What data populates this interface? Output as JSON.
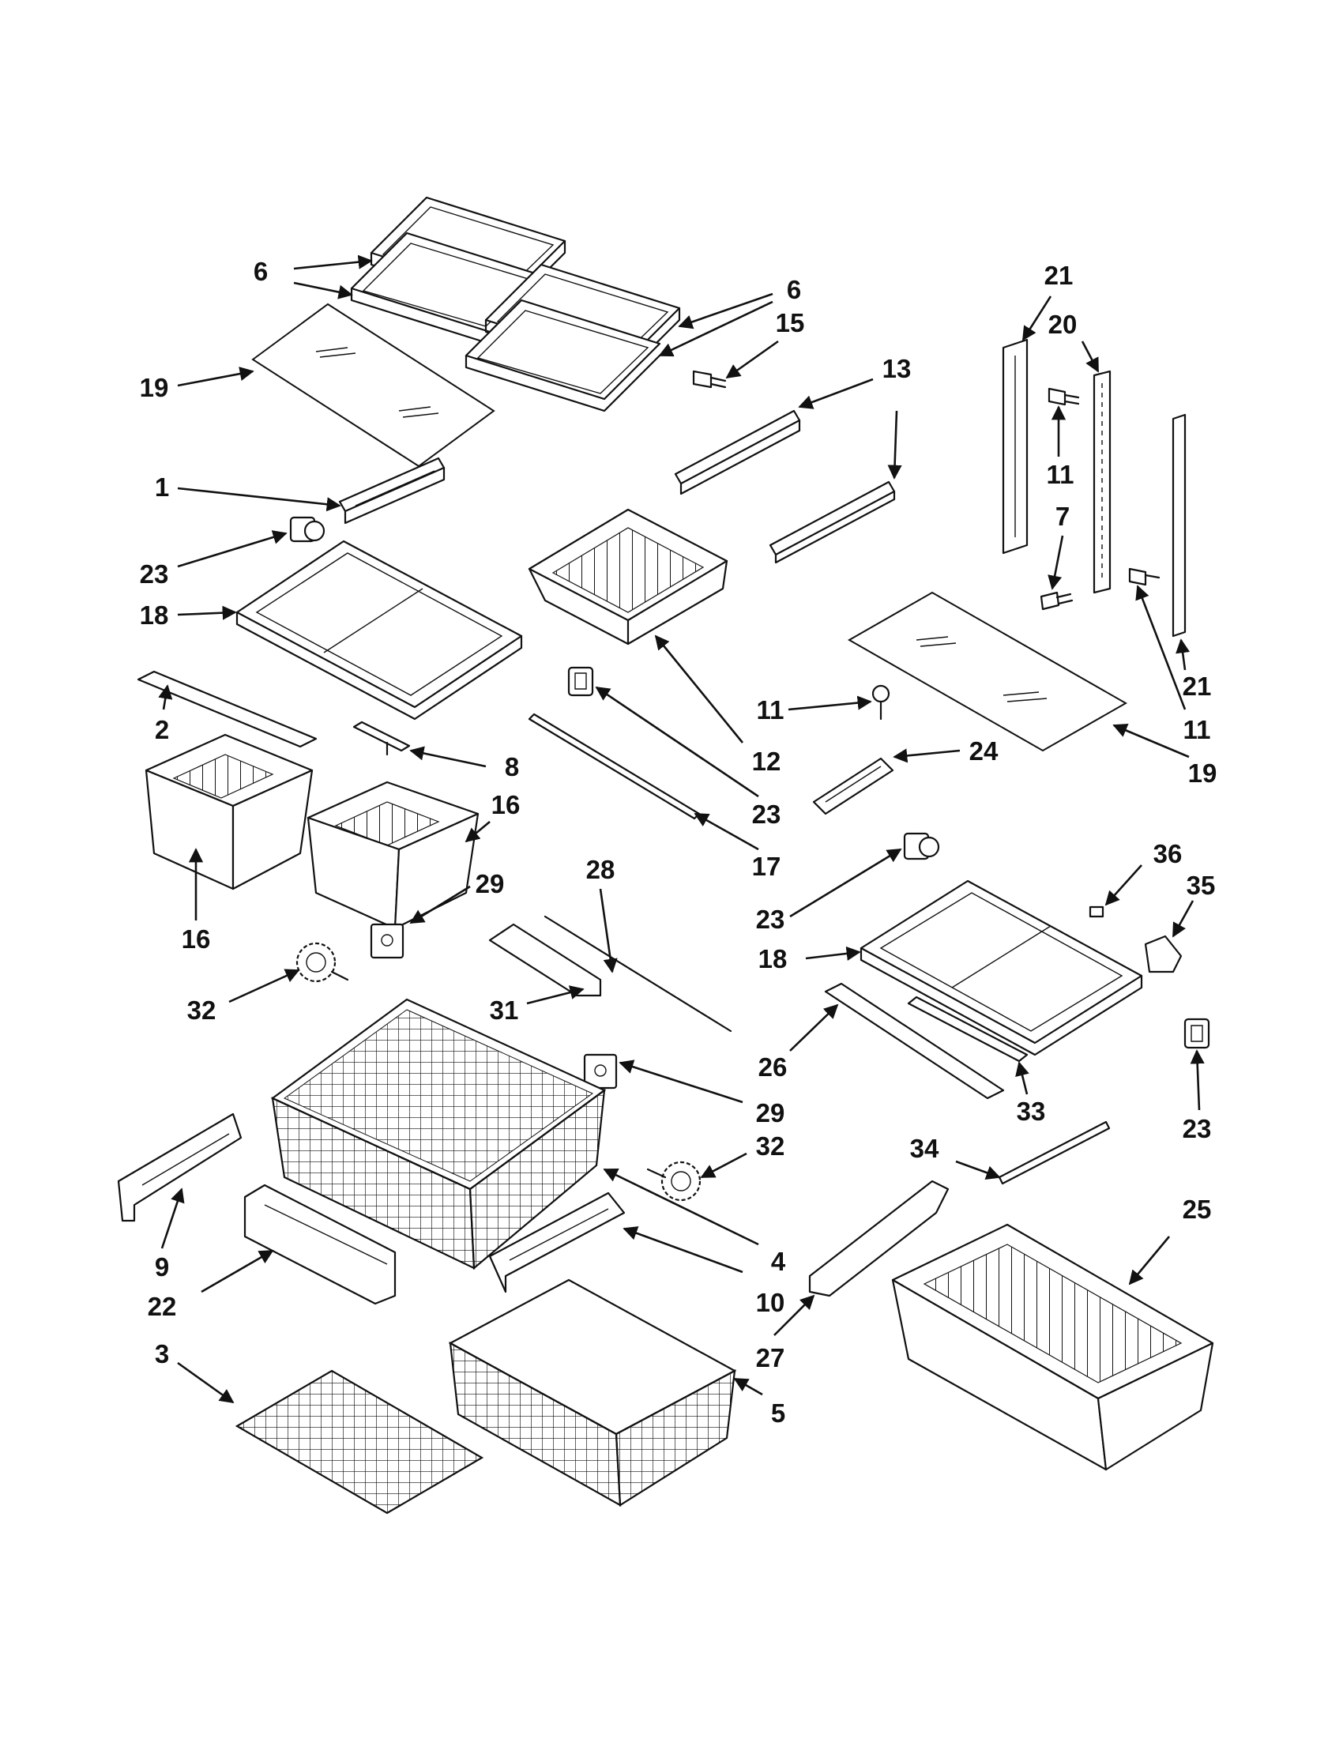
{
  "callouts": [
    {
      "id": "c-6a",
      "label": "6"
    },
    {
      "id": "c-6b",
      "label": "6"
    },
    {
      "id": "c-15",
      "label": "15"
    },
    {
      "id": "c-19a",
      "label": "19"
    },
    {
      "id": "c-13",
      "label": "13"
    },
    {
      "id": "c-1",
      "label": "1"
    },
    {
      "id": "c-23a",
      "label": "23"
    },
    {
      "id": "c-18a",
      "label": "18"
    },
    {
      "id": "c-2",
      "label": "2"
    },
    {
      "id": "c-8",
      "label": "8"
    },
    {
      "id": "c-16a",
      "label": "16"
    },
    {
      "id": "c-16b",
      "label": "16"
    },
    {
      "id": "c-12",
      "label": "12"
    },
    {
      "id": "c-23b",
      "label": "23"
    },
    {
      "id": "c-17",
      "label": "17"
    },
    {
      "id": "c-21a",
      "label": "21"
    },
    {
      "id": "c-20",
      "label": "20"
    },
    {
      "id": "c-11a",
      "label": "11"
    },
    {
      "id": "c-7",
      "label": "7"
    },
    {
      "id": "c-21b",
      "label": "21"
    },
    {
      "id": "c-11b",
      "label": "11"
    },
    {
      "id": "c-11c",
      "label": "11"
    },
    {
      "id": "c-24",
      "label": "24"
    },
    {
      "id": "c-19b",
      "label": "19"
    },
    {
      "id": "c-28",
      "label": "28"
    },
    {
      "id": "c-29a",
      "label": "29"
    },
    {
      "id": "c-32a",
      "label": "32"
    },
    {
      "id": "c-31",
      "label": "31"
    },
    {
      "id": "c-29b",
      "label": "29"
    },
    {
      "id": "c-32b",
      "label": "32"
    },
    {
      "id": "c-36",
      "label": "36"
    },
    {
      "id": "c-35",
      "label": "35"
    },
    {
      "id": "c-23c",
      "label": "23"
    },
    {
      "id": "c-18b",
      "label": "18"
    },
    {
      "id": "c-26",
      "label": "26"
    },
    {
      "id": "c-33",
      "label": "33"
    },
    {
      "id": "c-23d",
      "label": "23"
    },
    {
      "id": "c-34",
      "label": "34"
    },
    {
      "id": "c-9",
      "label": "9"
    },
    {
      "id": "c-4",
      "label": "4"
    },
    {
      "id": "c-22",
      "label": "22"
    },
    {
      "id": "c-10",
      "label": "10"
    },
    {
      "id": "c-25",
      "label": "25"
    },
    {
      "id": "c-27",
      "label": "27"
    },
    {
      "id": "c-3",
      "label": "3"
    },
    {
      "id": "c-5",
      "label": "5"
    }
  ]
}
